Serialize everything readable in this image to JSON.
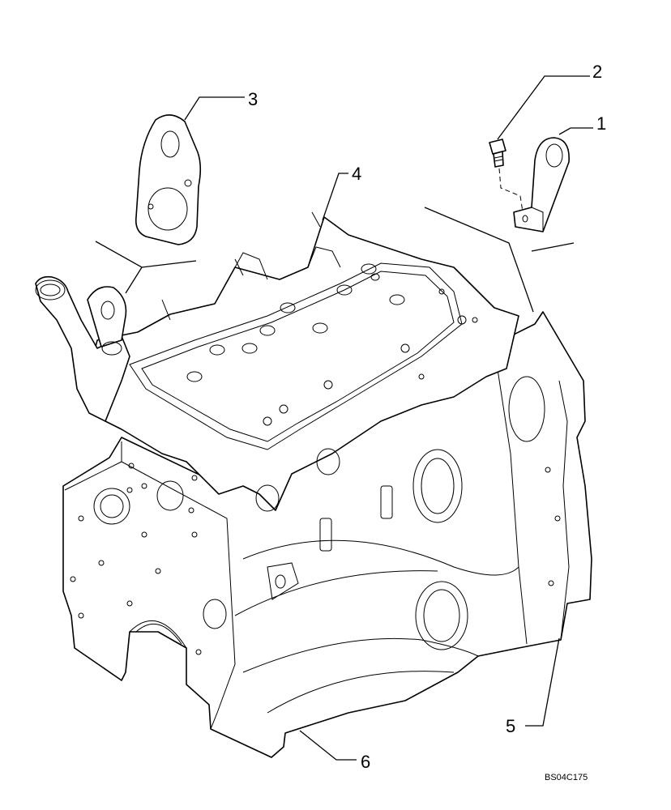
{
  "diagram": {
    "reference_code": "BS04C175",
    "callouts": [
      {
        "id": "1",
        "label": "1"
      },
      {
        "id": "2",
        "label": "2"
      },
      {
        "id": "3",
        "label": "3"
      },
      {
        "id": "4",
        "label": "4"
      },
      {
        "id": "5",
        "label": "5"
      },
      {
        "id": "6",
        "label": "6"
      }
    ]
  }
}
